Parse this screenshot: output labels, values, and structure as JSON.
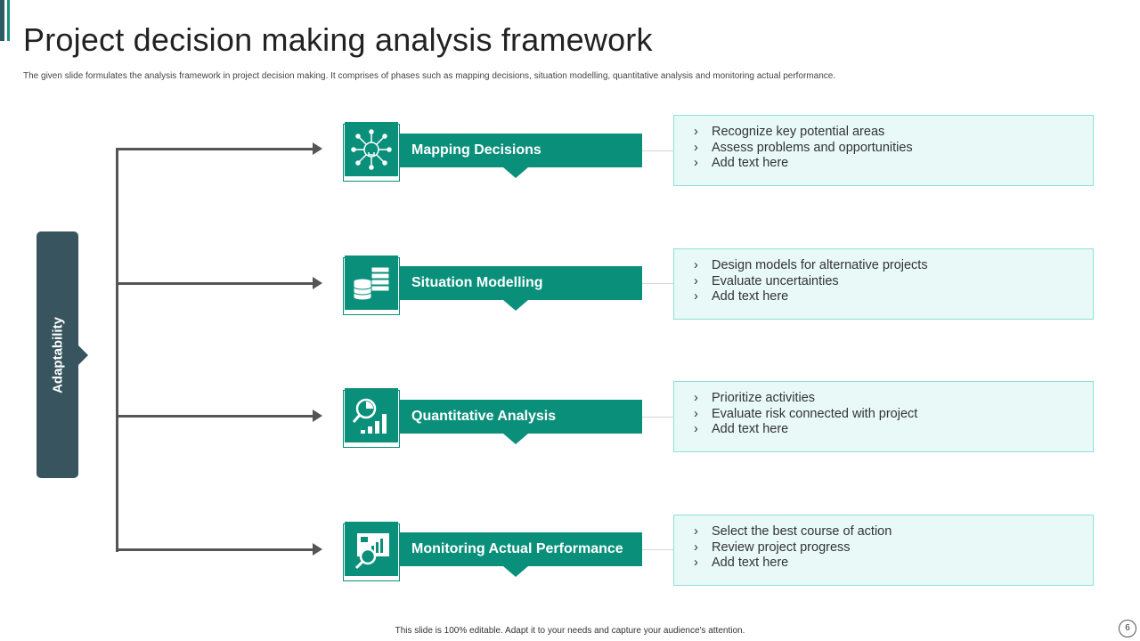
{
  "title": "Project decision making analysis framework",
  "subtitle": "The given slide formulates the analysis framework in project decision making.  It comprises of phases such as mapping decisions, situation modelling,  quantitative analysis and monitoring actual performance.",
  "side_label": "Adaptability",
  "bullet_glyph": "›",
  "phases": [
    {
      "label": "Mapping Decisions",
      "icon": "lightbulb-network-icon",
      "points": [
        "Recognize key potential areas",
        "Assess problems and opportunities",
        "Add text here"
      ]
    },
    {
      "label": "Situation Modelling",
      "icon": "database-servers-icon",
      "points": [
        "Design models for alternative projects",
        "Evaluate uncertainties",
        "Add text here"
      ]
    },
    {
      "label": "Quantitative Analysis",
      "icon": "magnifier-bar-chart-icon",
      "points": [
        "Prioritize activities",
        "Evaluate risk connected with project",
        "Add text here"
      ]
    },
    {
      "label": "Monitoring Actual Performance",
      "icon": "presentation-magnifier-icon",
      "points": [
        "Select the best course of action",
        "Review project progress",
        "Add text here"
      ]
    }
  ],
  "footer": "This slide is 100% editable.  Adapt it to your needs and capture your audience's attention.",
  "page_number": "6",
  "colors": {
    "teal": "#0a8f7b",
    "slate": "#38555f",
    "box_fill": "#e8f9f8",
    "box_border": "#8fe0d8"
  }
}
